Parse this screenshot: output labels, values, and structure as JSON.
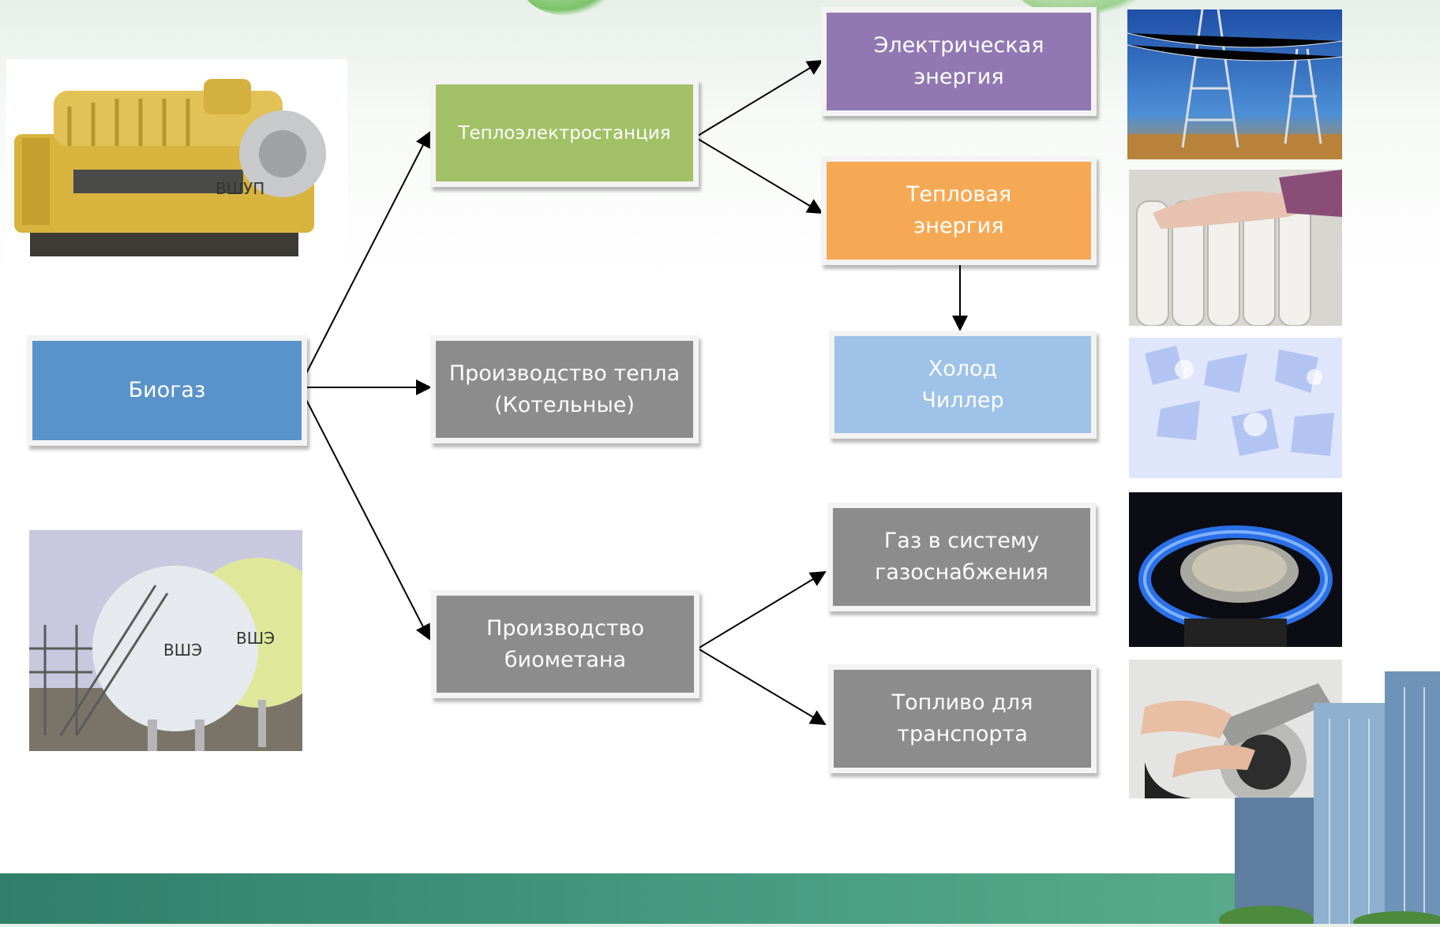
{
  "colors": {
    "biogas": "#5a93c9",
    "chp": "#a2c167",
    "gray": "#8c8c8c",
    "electric": "#9178b2",
    "heat": "#f6a955",
    "cold": "#9ec2e8"
  },
  "nodes": {
    "biogas": "Биогаз",
    "chp": "Теплоэлектростанция",
    "boiler": "Производство тепла\n(Котельные)",
    "biomethane": "Производство\nбиометана",
    "electric": "Электрическая\nэнергия",
    "heat": "Тепловая\nэнергия",
    "cold": "Холод\nЧиллер",
    "gas_grid": "Газ в систему\nгазоснабжения",
    "fuel": "Топливо для\nтранспорта"
  },
  "photos": {
    "engine_label": "ВШУП",
    "tank_label_1": "ВШЭ",
    "tank_label_2": "ВШЭ"
  },
  "icons": [
    "gas-engine-generator-photo",
    "gas-storage-tanks-photo",
    "power-lines-photo",
    "radiator-photo",
    "ice-photo",
    "gas-flame-photo",
    "fuel-nozzle-photo",
    "skyscraper-photo"
  ]
}
